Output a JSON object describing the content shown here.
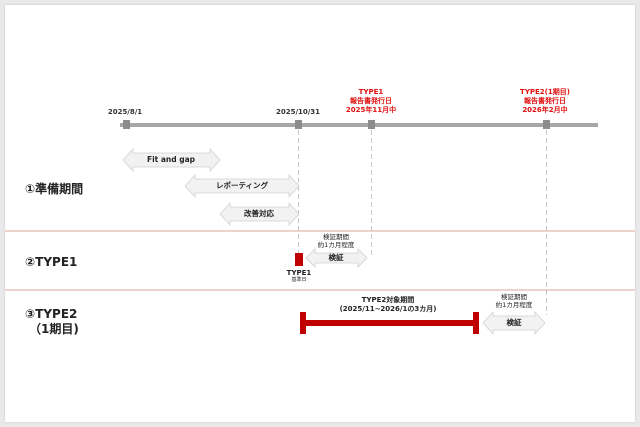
{
  "timeline": {
    "dates": {
      "start": "2025/8/1",
      "base": "2025/10/31"
    },
    "milestones": {
      "type1_report": [
        "TYPE1",
        "報告書発行日",
        "2025年11月中"
      ],
      "type2_report": [
        "TYPE2(1期目)",
        "報告書発行日",
        "2026年2月中"
      ]
    }
  },
  "sections": {
    "prep": "①準備期間",
    "type1": "②TYPE1",
    "type2": [
      "③TYPE2",
      "（1期目)"
    ]
  },
  "prep_tasks": {
    "fit_gap": "Fit and gap",
    "reporting": "レポーティング",
    "improvement": "改善対応"
  },
  "type1": {
    "verify_period": [
      "検証期間",
      "約1カ月程度"
    ],
    "verify": "検証",
    "base_date_title": "TYPE1",
    "base_date_sub": "基準日"
  },
  "type2": {
    "target_period": [
      "TYPE2対象期間",
      "(2025/11~2026/1の3カ月)"
    ],
    "verify_period": [
      "検証期間",
      "約1カ月程度"
    ],
    "verify": "検証"
  },
  "colors": {
    "accent_red": "#c00000",
    "milestone_red": "#e01010",
    "timeline_gray": "#a6a6a6",
    "arrow_fill": "#f2f2f2",
    "divider": "#d9a79a"
  }
}
